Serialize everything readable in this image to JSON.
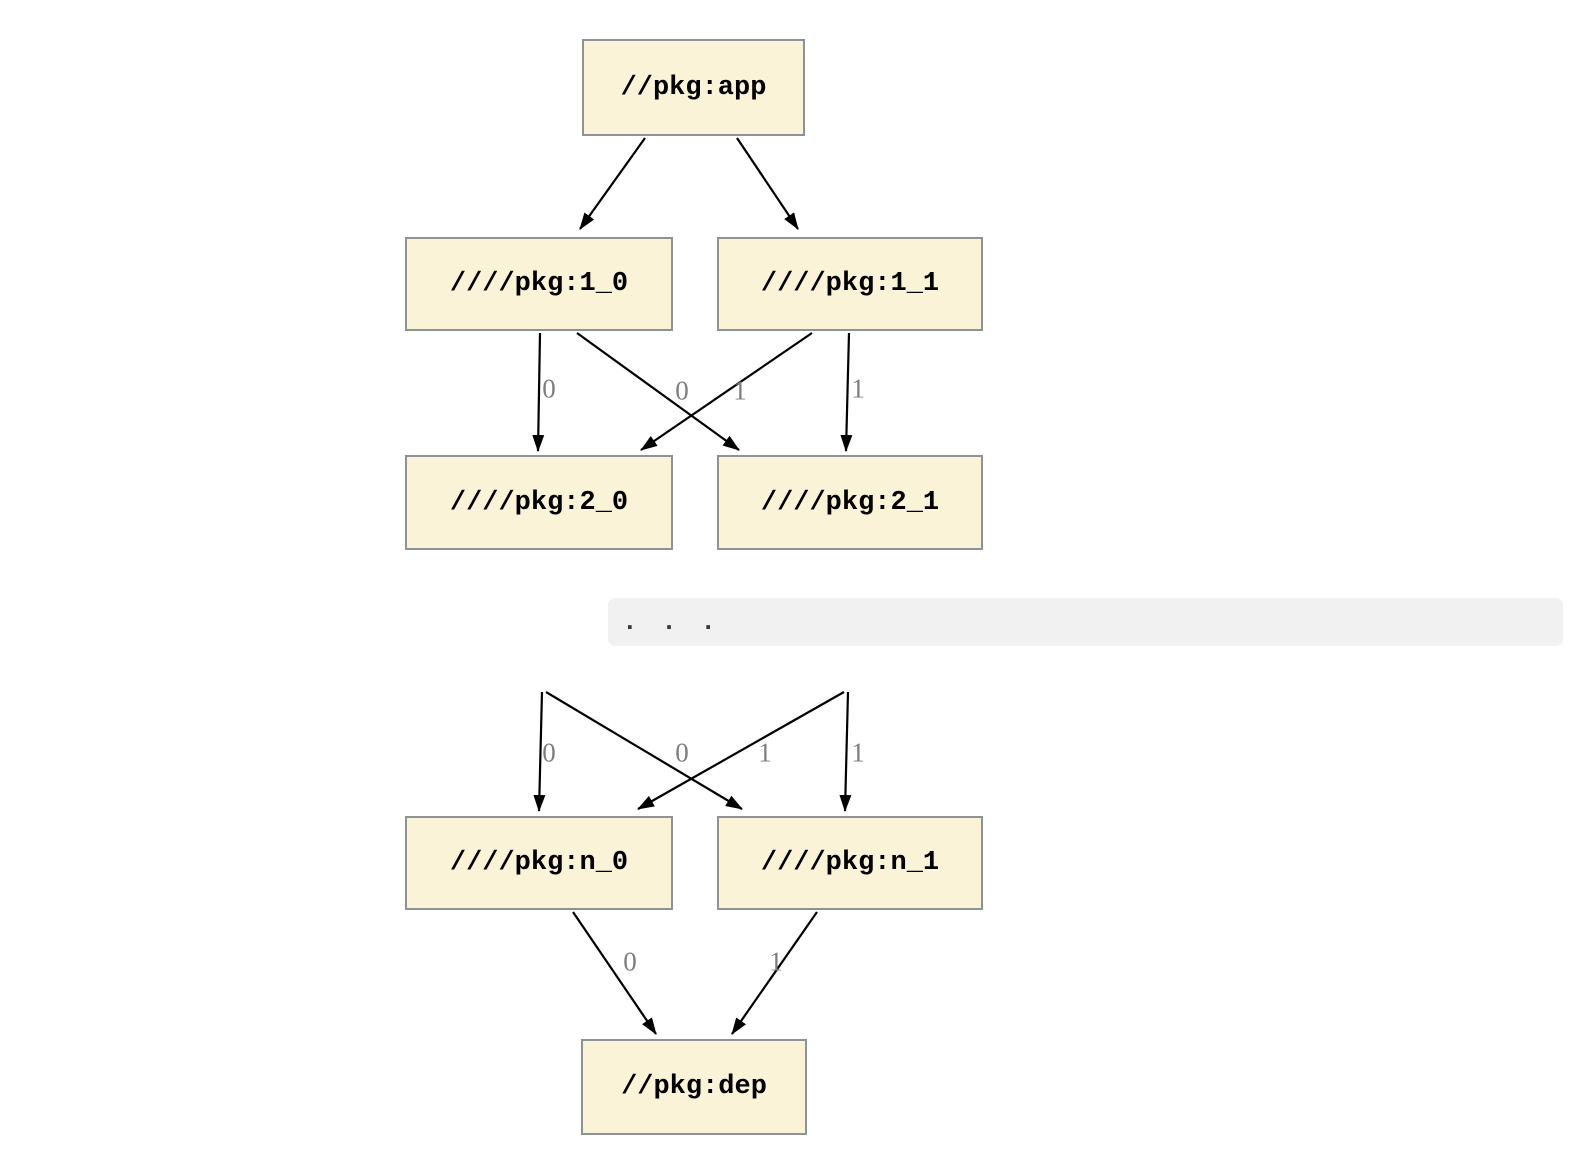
{
  "graph": {
    "nodes": {
      "app": "//pkg:app",
      "l1_0": "////pkg:1_0",
      "l1_1": "////pkg:1_1",
      "l2_0": "////pkg:2_0",
      "l2_1": "////pkg:2_1",
      "ln_0": "////pkg:n_0",
      "ln_1": "////pkg:n_1",
      "dep": "//pkg:dep"
    },
    "ellipsis": ". . .",
    "edges": [
      {
        "from": "//pkg:app",
        "to": "////pkg:1_0",
        "label": ""
      },
      {
        "from": "//pkg:app",
        "to": "////pkg:1_1",
        "label": ""
      },
      {
        "from": "////pkg:1_0",
        "to": "////pkg:2_0",
        "label": "0"
      },
      {
        "from": "////pkg:1_0",
        "to": "////pkg:2_1",
        "label": "1"
      },
      {
        "from": "////pkg:1_1",
        "to": "////pkg:2_0",
        "label": "0"
      },
      {
        "from": "////pkg:1_1",
        "to": "////pkg:2_1",
        "label": "1"
      },
      {
        "from": "...",
        "to": "////pkg:n_0",
        "label": "0"
      },
      {
        "from": "...",
        "to": "////pkg:n_1",
        "label": "1"
      },
      {
        "from": "...",
        "to": "////pkg:n_1",
        "label": "1"
      },
      {
        "from": "...",
        "to": "////pkg:n_0",
        "label": "0"
      },
      {
        "from": "////pkg:n_0",
        "to": "//pkg:dep",
        "label": "0"
      },
      {
        "from": "////pkg:n_1",
        "to": "//pkg:dep",
        "label": "1"
      }
    ]
  },
  "colors": {
    "node_fill": "#FAF3D8",
    "node_border": "#8C9296",
    "edge_color": "#000000",
    "edge_label": "#7D7D7D",
    "ellipsis_bg": "#F1F1F1",
    "ellipsis_text": "#3A3A3A"
  }
}
